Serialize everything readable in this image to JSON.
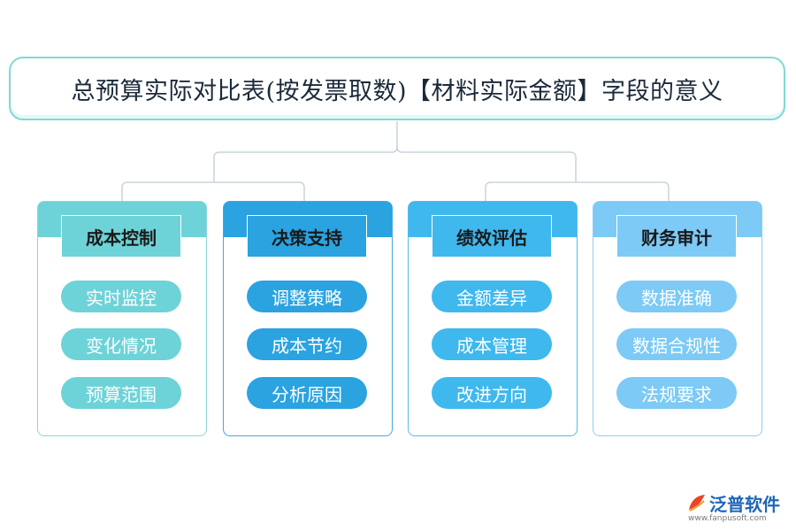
{
  "title": "总预算实际对比表(按发票取数)【材料实际金额】字段的意义",
  "categories": [
    {
      "label": "成本控制",
      "items": [
        "实时监控",
        "变化情况",
        "预算范围"
      ]
    },
    {
      "label": "决策支持",
      "items": [
        "调整策略",
        "成本节约",
        "分析原因"
      ]
    },
    {
      "label": "绩效评估",
      "items": [
        "金额差异",
        "成本管理",
        "改进方向"
      ]
    },
    {
      "label": "财务审计",
      "items": [
        "数据准确",
        "数据合规性",
        "法规要求"
      ]
    }
  ],
  "colors": {
    "category_1": "#6dd3d8",
    "category_2": "#2aa3e0",
    "category_3": "#3fb8ee",
    "category_4": "#7ccaf5",
    "banner_border": "#7fd9d6",
    "connector": "#c9d3dc"
  },
  "logo": {
    "name": "泛普软件",
    "url": "www.fanpusoft.com",
    "icon": "fanpu-logo-icon"
  }
}
